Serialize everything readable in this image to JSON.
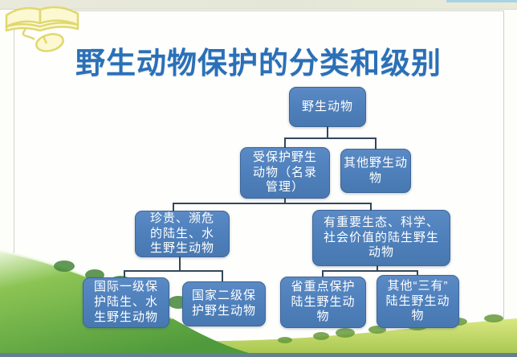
{
  "slide": {
    "title": "野生动物保护的分类和级别"
  },
  "flowchart": {
    "type": "hierarchy-diagram",
    "nodes": [
      {
        "id": "wild-animals",
        "label": "野生动物"
      },
      {
        "id": "protected-wildlife",
        "label": "受保护野生\n动物（名录\n管理）"
      },
      {
        "id": "other-wildlife",
        "label": "其他野生动\n物"
      },
      {
        "id": "precious-endangered",
        "label": "珍贵、濒危\n的陆生、水\n生野生动物"
      },
      {
        "id": "valuable-terrestrial",
        "label": "有重要生态、科学、\n社会价值的陆生野生\n动物"
      },
      {
        "id": "intl-first-class",
        "label": "国际一级保\n护陆生、水\n生野生动物"
      },
      {
        "id": "national-second-class",
        "label": "国家二级保\n护野生动物"
      },
      {
        "id": "provincial-key",
        "label": "省重点保护\n陆生野生动\n物"
      },
      {
        "id": "other-sanyou",
        "label": "其他“三有”\n陆生野生动\n物"
      }
    ],
    "edges": [
      [
        "wild-animals",
        "protected-wildlife"
      ],
      [
        "wild-animals",
        "other-wildlife"
      ],
      [
        "protected-wildlife",
        "precious-endangered"
      ],
      [
        "protected-wildlife",
        "valuable-terrestrial"
      ],
      [
        "precious-endangered",
        "intl-first-class"
      ],
      [
        "precious-endangered",
        "national-second-class"
      ],
      [
        "valuable-terrestrial",
        "provincial-key"
      ],
      [
        "valuable-terrestrial",
        "other-sanyou"
      ]
    ]
  },
  "decorations": {
    "book_mouse_icon": "book-and-mouse-clipart",
    "scenery": "green-grass-hills-with-trees"
  },
  "colors": {
    "title_text": "#2a70b8",
    "node_fill": "#4f81bd",
    "node_border": "#3d6698",
    "node_text": "#ffffff",
    "connector": "#33475a",
    "hill_green": "#5ea33f",
    "band_green": "#b3cc55",
    "top_strip": "#e8e8db",
    "top_accent_line": "#a8d2e6"
  }
}
